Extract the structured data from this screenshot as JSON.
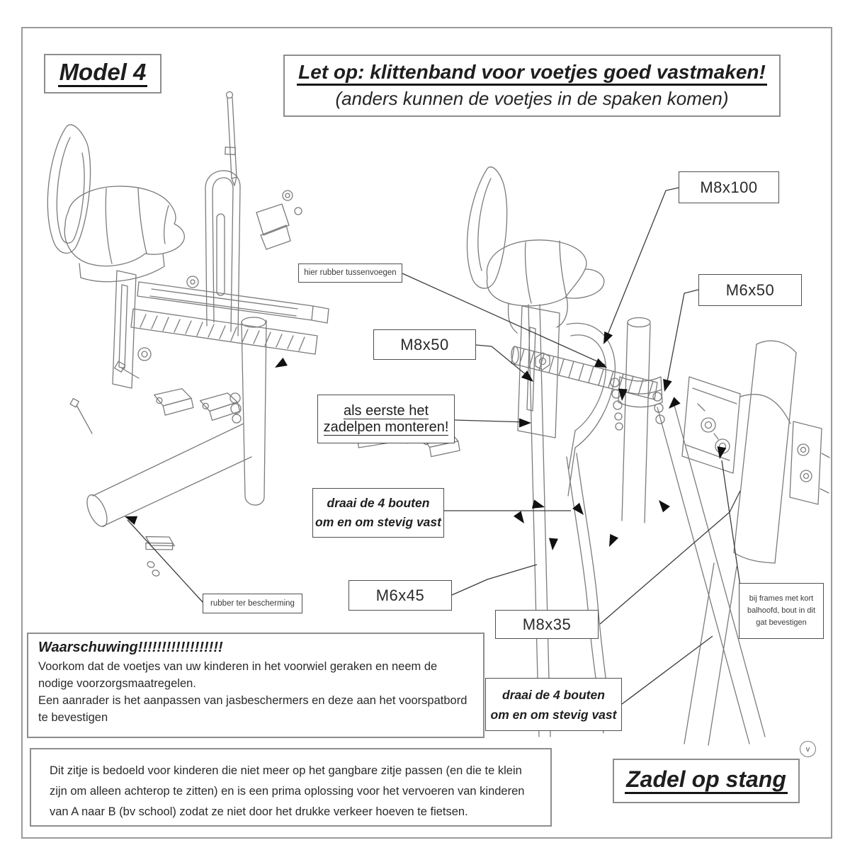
{
  "page": {
    "model_label": "Model 4",
    "version_mark": "v"
  },
  "header": {
    "line1": "Let op: klittenband voor voetjes goed vastmaken!",
    "line2": "(anders kunnen de voetjes in de spaken komen)"
  },
  "callouts": {
    "m8x100": "M8x100",
    "m6x50": "M6x50",
    "m8x50": "M8x50",
    "m6x45": "M6x45",
    "m8x35": "M8x35",
    "hier_rubber": "hier rubber tussenvoegen",
    "als_eerste_line1": "als eerste het",
    "als_eerste_line2": "zadelpen monteren!",
    "draai_line1": "draai de 4 bouten",
    "draai_line2": "om en om stevig vast",
    "rubber_bescherming": "rubber ter bescherming",
    "bij_frames_line1": "bij frames met kort",
    "bij_frames_line2": "balhoofd, bout in dit",
    "bij_frames_line3": "gat bevestigen"
  },
  "warning": {
    "title": "Waarschuwing!!!!!!!!!!!!!!!!!!",
    "lines": [
      "Voorkom dat de voetjes van uw kinderen in het voorwiel geraken en neem de",
      "nodige voorzorgsmaatregelen.",
      "Een aanrader is het aanpassen van jasbeschermers en deze aan het voorspatbord",
      "te bevestigen"
    ]
  },
  "info": {
    "lines": [
      "Dit zitje is bedoeld voor kinderen die niet meer op het gangbare zitje passen (en die te klein",
      "zijn om alleen achterop te zitten) en is een prima oplossing voor het vervoeren van kinderen",
      "van A naar B (bv school) zodat ze niet door het drukke verkeer hoeven te fietsen."
    ]
  },
  "footer": {
    "title": "Zadel op stang"
  },
  "colors": {
    "line_art": "#7b7b7b",
    "leader": "#3c3c3c",
    "text": "#1e1e1e",
    "box_border": "#8d8d8d"
  }
}
